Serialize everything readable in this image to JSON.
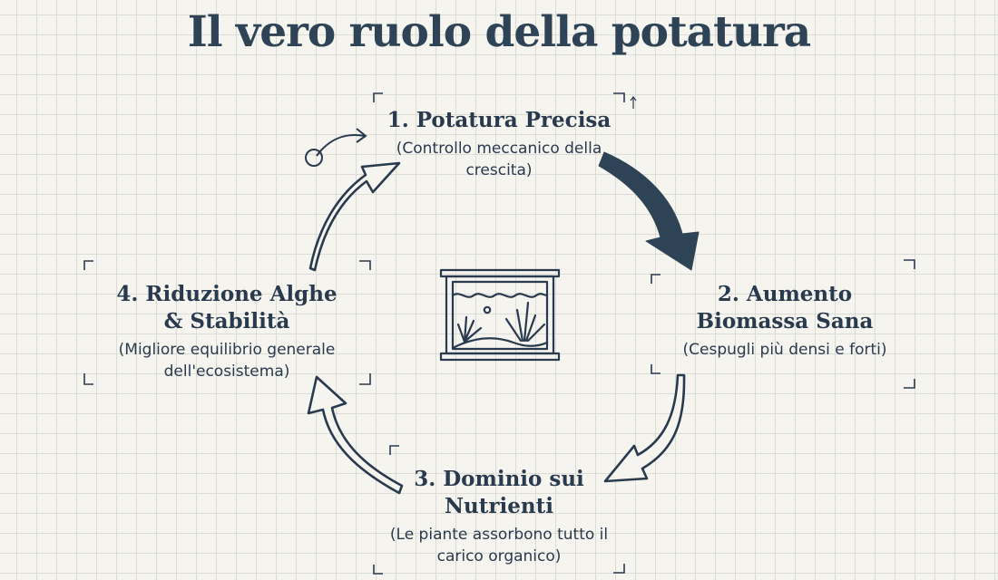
{
  "title": "Il vero ruolo della potatura",
  "steps": [
    {
      "title": "1. Potatura Precisa",
      "description": "(Controllo meccanico della crescita)"
    },
    {
      "title": "2. Aumento Biomassa Sana",
      "description": "(Cespugli più densi e forti)"
    },
    {
      "title": "3. Dominio sui Nutrienti",
      "description": "(Le piante assorbono tutto il carico organico)"
    },
    {
      "title": "4. Riduzione Alghe & Stabilità",
      "description": "(Migliore equilibrio generale dell'ecosistema)"
    }
  ],
  "icons": {
    "center": "aquarium-icon",
    "decoration": "rotate-arrow-icon"
  },
  "colors": {
    "ink": "#2a3a4e",
    "title": "#2f4356",
    "paper": "#f5f4ef",
    "grid": "#dcdcd6"
  }
}
